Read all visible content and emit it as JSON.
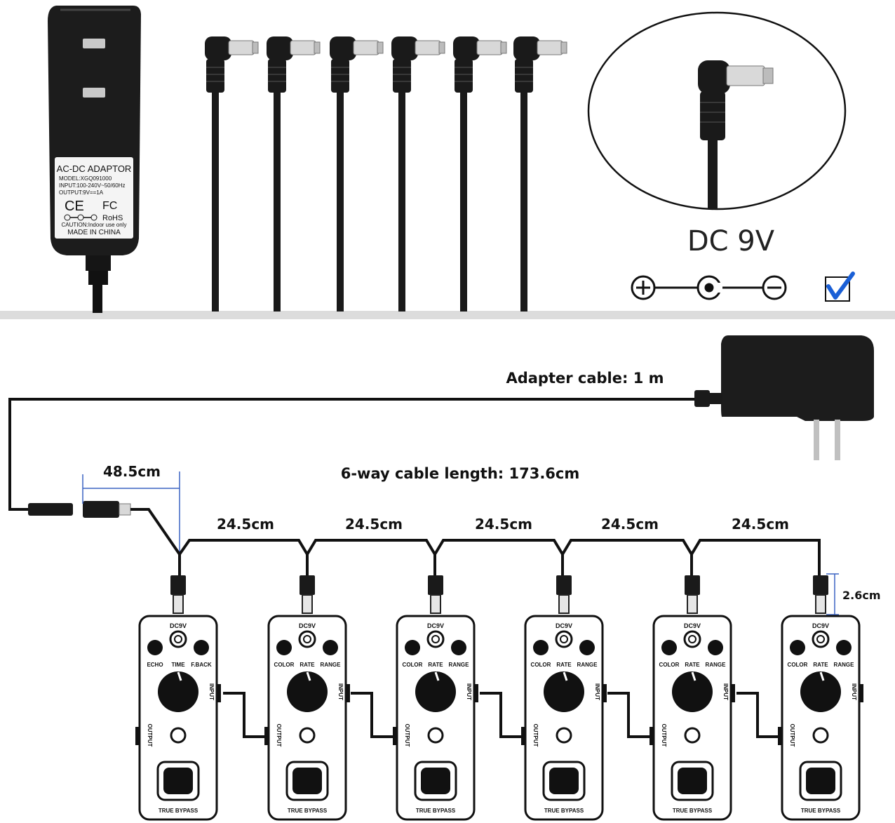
{
  "adapter_label": {
    "title": "AC-DC ADAPTOR",
    "model": "MODEL:XGQ091000",
    "input": "INPUT:100-240V~50/60Hz",
    "output": "OUTPUT:9V==1A",
    "ce": "CE",
    "fc": "FC",
    "rohs": "RoHS",
    "caution": "CAUTION:Indoor use only",
    "made_in": "MADE IN CHINA"
  },
  "polarity": {
    "voltage": "DC 9V",
    "plus_icon": "plus-circle-icon",
    "center_icon": "center-pin-icon",
    "minus_icon": "minus-circle-icon",
    "check_icon": "checkbox-checked-icon",
    "check_color": "#1a5fd6"
  },
  "diagram": {
    "adapter_cable": "Adapter cable: 1 m",
    "six_way_length": "6-way cable length: 173.6cm",
    "first_segment": "48.5cm",
    "segments": [
      "24.5cm",
      "24.5cm",
      "24.5cm",
      "24.5cm",
      "24.5cm"
    ],
    "plug_length": "2.6cm"
  },
  "pedals": [
    {
      "dc": "DC9V",
      "left": "ECHO",
      "knob": "TIME",
      "right": "F.BACK",
      "input": "INPUT",
      "output": "OUTPUT",
      "footer": "TRUE BYPASS"
    },
    {
      "dc": "DC9V",
      "left": "COLOR",
      "knob": "RATE",
      "right": "RANGE",
      "input": "INPUT",
      "output": "OUTPUT",
      "footer": "TRUE BYPASS"
    },
    {
      "dc": "DC9V",
      "left": "COLOR",
      "knob": "RATE",
      "right": "RANGE",
      "input": "INPUT",
      "output": "OUTPUT",
      "footer": "TRUE BYPASS"
    },
    {
      "dc": "DC9V",
      "left": "COLOR",
      "knob": "RATE",
      "right": "RANGE",
      "input": "INPUT",
      "output": "OUTPUT",
      "footer": "TRUE BYPASS"
    },
    {
      "dc": "DC9V",
      "left": "COLOR",
      "knob": "RATE",
      "right": "RANGE",
      "input": "INPUT",
      "output": "OUTPUT",
      "footer": "TRUE BYPASS"
    },
    {
      "dc": "DC9V",
      "left": "COLOR",
      "knob": "RATE",
      "right": "RANGE",
      "input": "INPUT",
      "output": "OUTPUT",
      "footer": "TRUE BYPASS"
    }
  ]
}
